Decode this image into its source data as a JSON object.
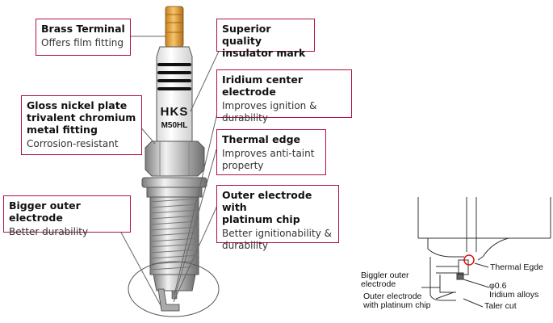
{
  "callouts": {
    "brass_terminal": {
      "title": "Brass Terminal",
      "desc": "Offers film fitting"
    },
    "superior_quality": {
      "title": "Superior quality\ninsulator mark",
      "desc": ""
    },
    "iridium_center": {
      "title": "Iridium center electrode",
      "desc": "Improves ignition &\ndurability"
    },
    "gloss_nickel": {
      "title": "Gloss nickel plate\ntrivalent chromium\nmetal fitting",
      "desc": "Corrosion-resistant"
    },
    "thermal_edge": {
      "title": "Thermal edge",
      "desc": "Improves anti-taint\nproperty"
    },
    "outer_electrode": {
      "title": "Outer electrode with\nplatinum chip",
      "desc": "Better ignitionability &\ndurability"
    },
    "bigger_outer": {
      "title": "Bigger outer electrode",
      "desc": "Better durability"
    }
  },
  "plug_marks": {
    "brand": "HKS",
    "model": "M50HL"
  },
  "detail_labels": {
    "thermal": "Thermal Egde",
    "biggler": "Biggler outer\nelectrode",
    "phi": "φ0.6\nIridium alloys",
    "outer_plat": "Outer electrode\nwith platinum chip",
    "taler": "Taler cut"
  },
  "colors": {
    "callout_border": "#b0143c",
    "highlight": "#d11"
  }
}
